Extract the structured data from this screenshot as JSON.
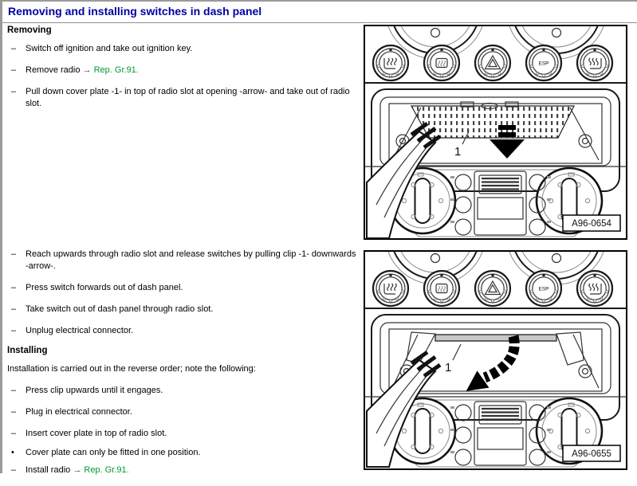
{
  "title": "Removing and installing switches in dash panel",
  "colors": {
    "title": "#0000A0",
    "link": "#009933",
    "text": "#000000",
    "figure_border": "#000000",
    "frame_border": "#9a9a9a"
  },
  "removing": {
    "heading": "Removing",
    "steps": [
      {
        "bullet": "–",
        "text": "Switch off ignition and take out ignition key."
      },
      {
        "bullet": "–",
        "prefix": "Remove radio ",
        "arrow": "→",
        "link": "Rep. Gr.91."
      },
      {
        "bullet": "–",
        "text": "Pull down cover plate -1- in top of radio slot at opening -arrow- and take out of radio slot."
      },
      {
        "bullet": "–",
        "text": "Reach upwards through radio slot and release switches by pulling clip -1- downwards -arrow-."
      },
      {
        "bullet": "–",
        "text": "Press switch forwards out of dash panel."
      },
      {
        "bullet": "–",
        "text": "Take switch out of dash panel through radio slot."
      },
      {
        "bullet": "–",
        "text": "Unplug electrical connector."
      }
    ]
  },
  "installing": {
    "heading": "Installing",
    "intro": "Installation is carried out in the reverse order; note the following:",
    "steps": [
      {
        "bullet": "–",
        "text": "Press clip upwards until it engages."
      },
      {
        "bullet": "–",
        "text": "Plug in electrical connector."
      },
      {
        "bullet": "–",
        "text": "Insert cover plate in top of radio slot."
      },
      {
        "bullet": "•",
        "text": "Cover plate can only be fitted in one position."
      },
      {
        "bullet": "–",
        "prefix": "Install radio ",
        "arrow": "→",
        "link": "Rep. Gr.91."
      }
    ]
  },
  "figures": [
    {
      "ref": "A96-0654",
      "callout": "1",
      "esp": "ESP"
    },
    {
      "ref": "A96-0655",
      "callout": "1",
      "esp": "ESP"
    }
  ]
}
